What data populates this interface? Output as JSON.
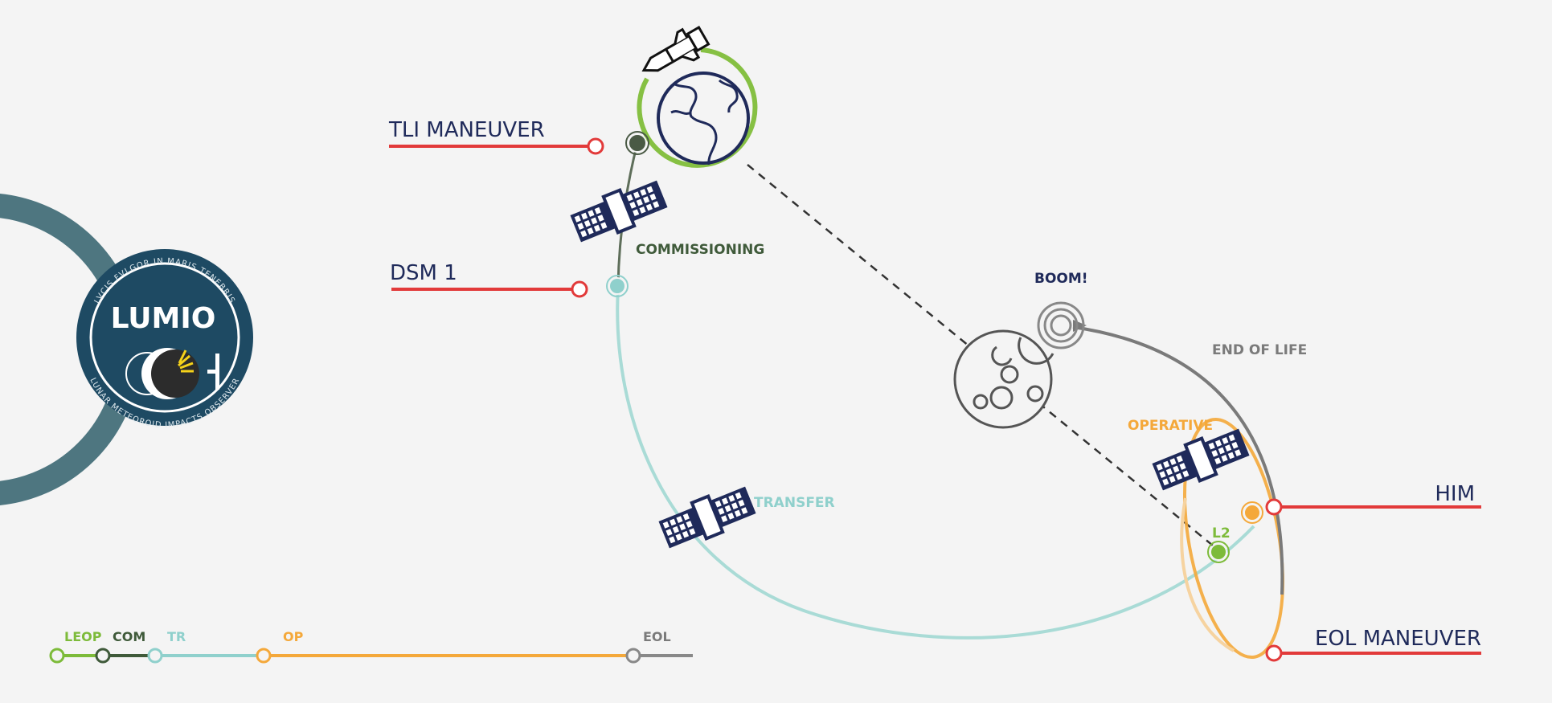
{
  "logo": {
    "title": "LUMIO",
    "motto_top": "LVCIS FVLGOR IN MARIS TENEBRIS",
    "motto_bottom": "LUNAR METEOROID IMPACTS OBSERVER",
    "colors": {
      "ring": "#4e7680",
      "badge": "#1e4a63"
    }
  },
  "maneuvers": [
    {
      "id": "tli",
      "label": "TLI MANEUVER"
    },
    {
      "id": "dsm1",
      "label": "DSM 1"
    },
    {
      "id": "him",
      "label": "HIM"
    },
    {
      "id": "eol",
      "label": "EOL MANEUVER"
    }
  ],
  "phases": {
    "commissioning": "COMMISSIONING",
    "transfer": "TRANSFER",
    "operative": "OPERATIVE",
    "end_of_life": "END OF LIFE",
    "boom": "BOOM!",
    "l2": "L2"
  },
  "timeline": [
    {
      "label": "LEOP",
      "color": "#7dbb3a"
    },
    {
      "label": "COM",
      "color": "#3f5a3a"
    },
    {
      "label": "TR",
      "color": "#7fcbcf"
    },
    {
      "label": "OP",
      "color": "#f4a83a"
    },
    {
      "label": "EOL",
      "color": "#7a7a7a"
    }
  ],
  "colors": {
    "maneuver": "#e23a3a",
    "leop": "#7dbb3a",
    "commissioning": "#3f5a3a",
    "transfer": "#8fd0cc",
    "operative": "#f4a83a",
    "end_of_life": "#7a7a7a",
    "navy": "#1f2a5a"
  }
}
